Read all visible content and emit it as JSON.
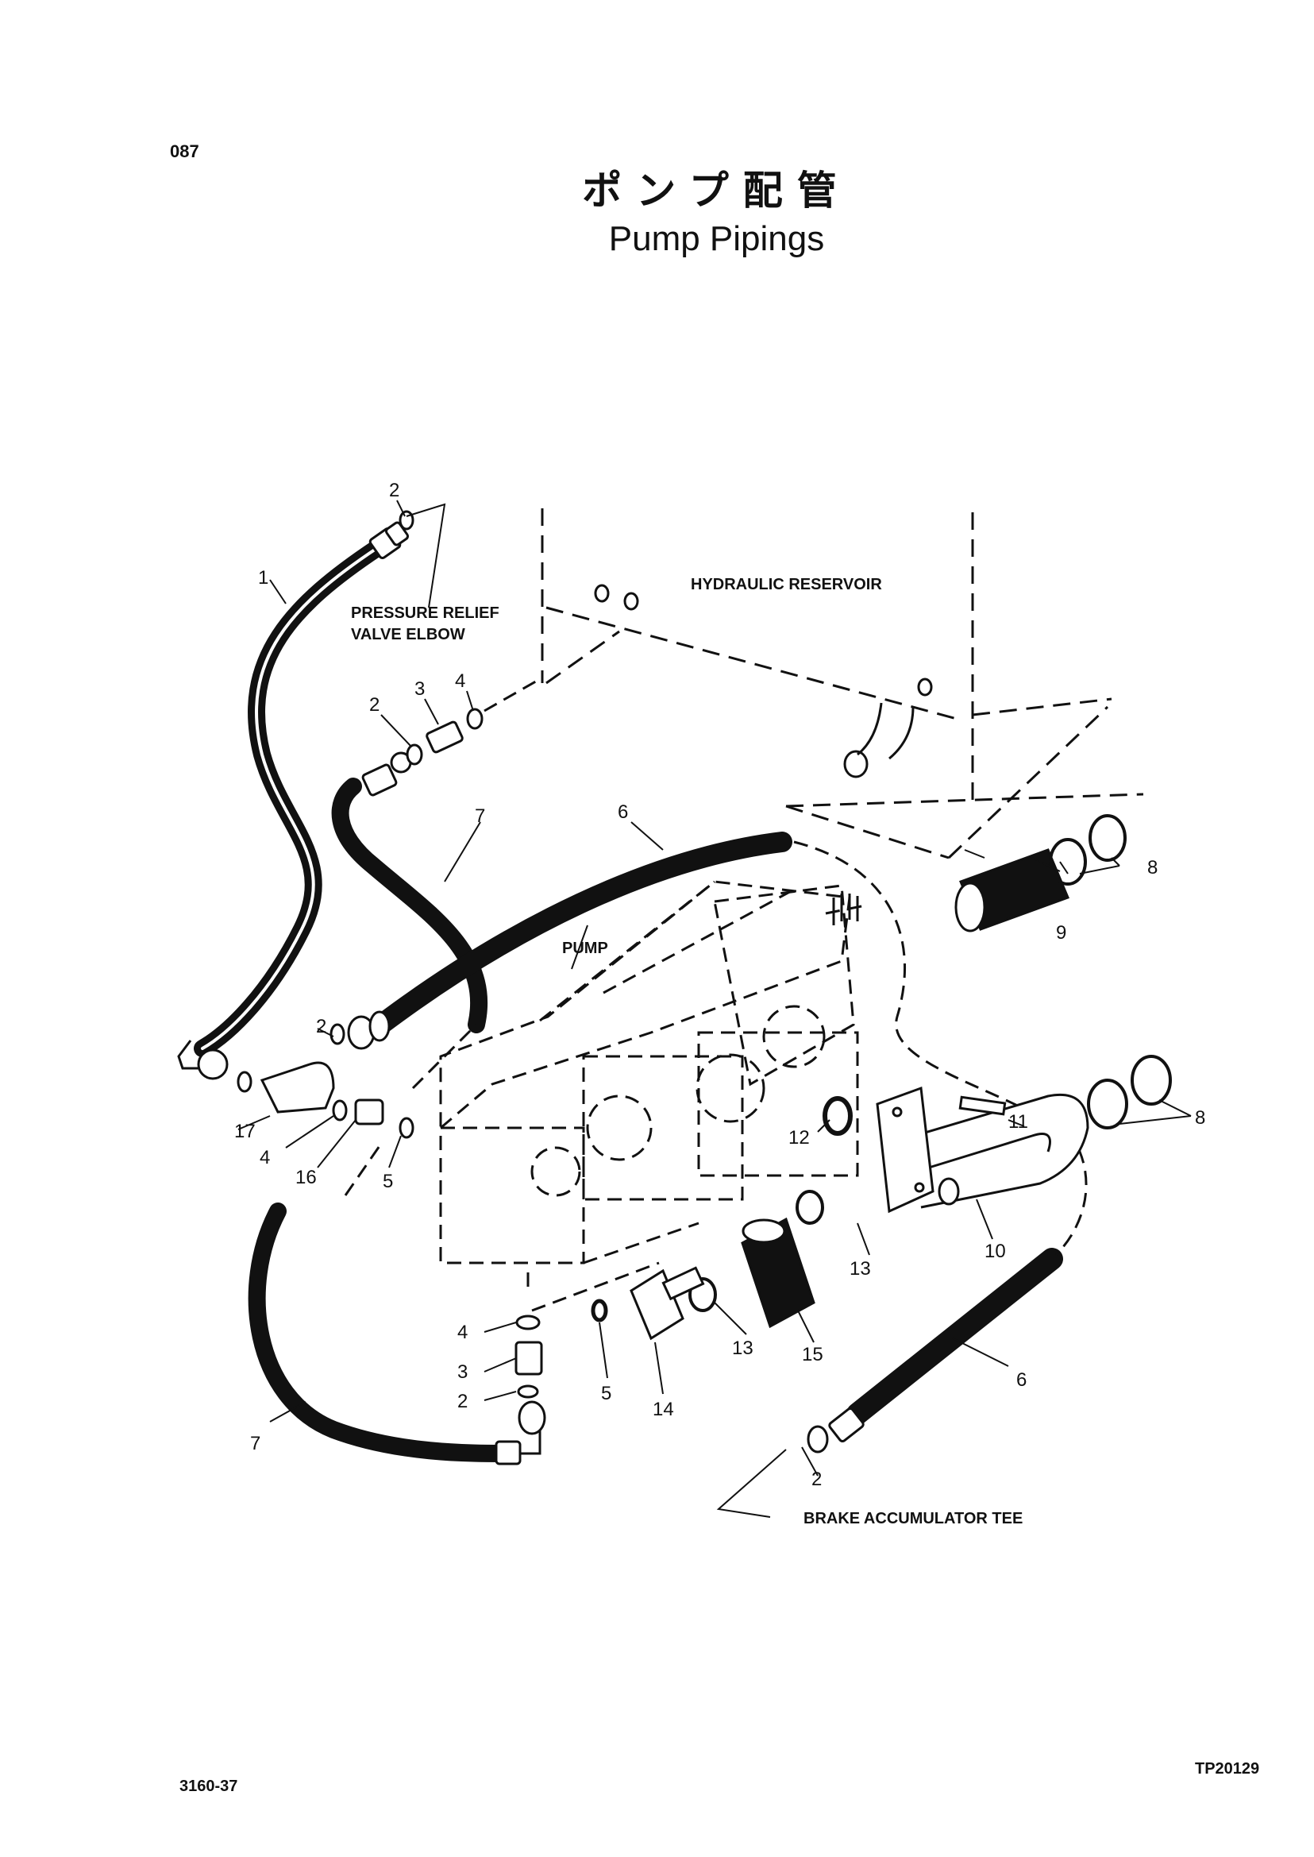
{
  "header": {
    "page_number": "087",
    "title_jp": "ポンプ配管",
    "title_en": "Pump Pipings"
  },
  "labels": {
    "hydraulic_reservoir": "HYDRAULIC RESERVOIR",
    "pressure_relief_1": "PRESSURE RELIEF",
    "pressure_relief_2": "VALVE ELBOW",
    "pump": "PUMP",
    "brake_accumulator_tee": "BRAKE ACCUMULATOR TEE"
  },
  "callouts": {
    "n1": "1",
    "n2a": "2",
    "n2b": "2",
    "n2c": "2",
    "n2d": "2",
    "n2e": "2",
    "n3a": "3",
    "n3b": "3",
    "n4a": "4",
    "n4b": "4",
    "n4c": "4",
    "n5a": "5",
    "n5b": "5",
    "n6a": "6",
    "n6b": "6",
    "n7a": "7",
    "n7b": "7",
    "n8a": "8",
    "n8b": "8",
    "n9": "9",
    "n10": "10",
    "n11": "11",
    "n12": "12",
    "n13a": "13",
    "n13b": "13",
    "n14": "14",
    "n15": "15",
    "n16": "16",
    "n17": "17"
  },
  "footer": {
    "left_code": "3160-37",
    "right_code": "TP20129"
  }
}
